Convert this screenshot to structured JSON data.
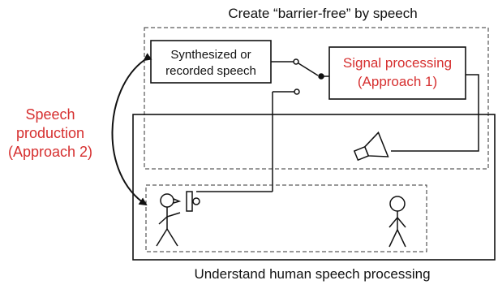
{
  "title_top": "Create “barrier-free” by speech",
  "title_bottom": "Understand human speech processing",
  "speech_box": {
    "line1": "Synthesized or",
    "line2": "recorded speech"
  },
  "signal_box": {
    "line1": "Signal processing",
    "line2": "(Approach 1)"
  },
  "approach2": {
    "line1": "Speech",
    "line2": "production",
    "line3": "(Approach 2)"
  },
  "colors": {
    "accent_red": "#d62f2f",
    "ink": "#111111"
  },
  "icons": [
    "loudspeaker-icon",
    "microphone-icon",
    "speaker-person-icon",
    "listener-person-icon"
  ]
}
